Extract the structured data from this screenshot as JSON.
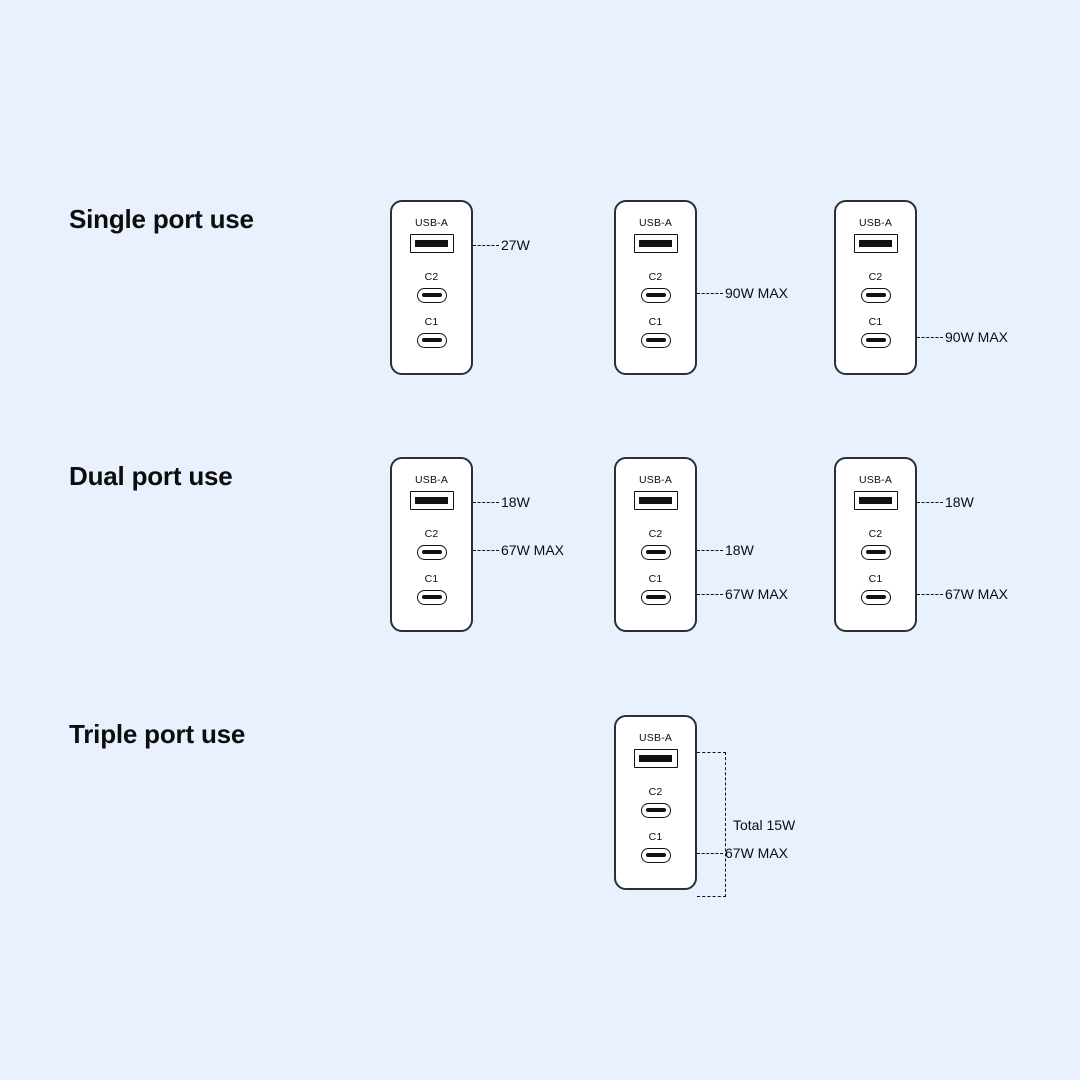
{
  "page": {
    "background_color": "#e8f1fd",
    "ink_color": "#111111",
    "device_fill": "#ffffff"
  },
  "port_labels": {
    "usba": "USB-A",
    "c2": "C2",
    "c1": "C1"
  },
  "sections": [
    {
      "id": "single-port-use",
      "title": "Single port use",
      "devices": [
        {
          "id": "single-usba",
          "callouts": [
            {
              "port": "usba",
              "text": "27W"
            }
          ]
        },
        {
          "id": "single-c2",
          "callouts": [
            {
              "port": "c2",
              "text": "90W MAX"
            }
          ]
        },
        {
          "id": "single-c1",
          "callouts": [
            {
              "port": "c1",
              "text": "90W MAX"
            }
          ]
        }
      ]
    },
    {
      "id": "dual-port-use",
      "title": "Dual port use",
      "devices": [
        {
          "id": "dual-usba-c2",
          "callouts": [
            {
              "port": "usba",
              "text": "18W"
            },
            {
              "port": "c2",
              "text": "67W MAX"
            }
          ]
        },
        {
          "id": "dual-c2-c1",
          "callouts": [
            {
              "port": "c2",
              "text": "18W"
            },
            {
              "port": "c1",
              "text": "67W MAX"
            }
          ]
        },
        {
          "id": "dual-usba-c1",
          "callouts": [
            {
              "port": "usba",
              "text": "18W"
            },
            {
              "port": "c1",
              "text": "67W MAX"
            }
          ]
        }
      ]
    },
    {
      "id": "triple-port-use",
      "title": "Triple port use",
      "devices": [
        {
          "id": "triple-all",
          "callouts": [
            {
              "port": "usba+c2",
              "text": "Total 15W",
              "style": "bracket"
            },
            {
              "port": "c1",
              "text": "67W MAX"
            }
          ]
        }
      ]
    }
  ]
}
